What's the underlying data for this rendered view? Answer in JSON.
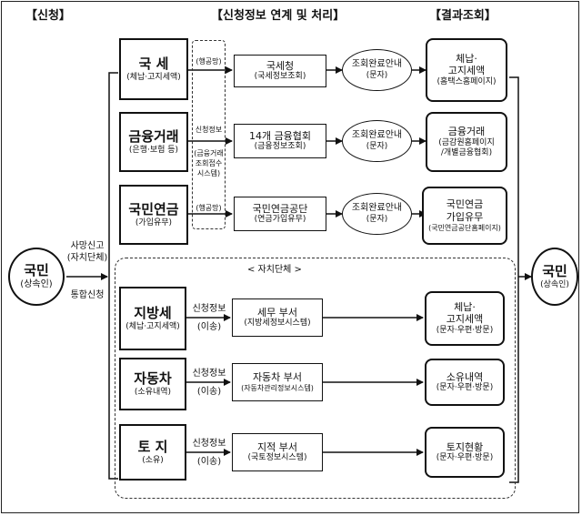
{
  "headers": {
    "apply": "【신청】",
    "link": "【신청정보 연계 및 처리】",
    "result": "【결과조회】"
  },
  "citizen_left": {
    "title": "국민",
    "sub": "(상속인)"
  },
  "citizen_right": {
    "title": "국민",
    "sub": "(상속인)"
  },
  "apply_labels": {
    "top1": "사망신고",
    "top2": "(자치단체)",
    "bottom": "통합신청"
  },
  "categories": [
    {
      "title": "국 세",
      "sub": "(체납·고지세액)"
    },
    {
      "title": "금융거래",
      "sub": "(은행·보험 등)"
    },
    {
      "title": "국민연금",
      "sub": "(가입유무)"
    },
    {
      "title": "지방세",
      "sub": "(체납·고지세액)"
    },
    {
      "title": "자동차",
      "sub": "(소유내역)"
    },
    {
      "title": "토 지",
      "sub": "(소유)"
    }
  ],
  "network_labels": {
    "hanggong1": "(행공망)",
    "apply_info": "신청정보",
    "fin_sys1": "(금융거래",
    "fin_sys2": "조회접수",
    "fin_sys3": "시스템)",
    "hanggong2": "(행공망)"
  },
  "local_gov_label": "< 자치단체 >",
  "local_transfer": [
    {
      "top": "신청정보",
      "bottom": "(이송)"
    },
    {
      "top": "신청정보",
      "bottom": "(이송)"
    },
    {
      "top": "신청정보",
      "bottom": "(이송)"
    }
  ],
  "agencies": [
    {
      "title": "국세청",
      "sub": "(국세정보조회)"
    },
    {
      "title": "14개 금융협회",
      "sub": "(금융정보조회)"
    },
    {
      "title": "국민연금공단",
      "sub": "(연금가입유무)"
    },
    {
      "title": "세무 부서",
      "sub": "(지방세정보시스템)"
    },
    {
      "title": "자동차 부서",
      "sub": "(자동차관리정보시스템)"
    },
    {
      "title": "지적 부서",
      "sub": "(국토정보시스템)"
    }
  ],
  "notices": [
    {
      "title": "조회완료안내",
      "sub": "(문자)"
    },
    {
      "title": "조회완료안내",
      "sub": "(문자)"
    },
    {
      "title": "조회완료안내",
      "sub": "(문자)"
    }
  ],
  "results": [
    {
      "l1": "체납·",
      "l2": "고지세액",
      "l3": "(홈택스홈페이지)"
    },
    {
      "l1": "금융거래",
      "l2": "(금감원홈페이지",
      "l3": "/개별금융협회)"
    },
    {
      "l1": "국민연금",
      "l2": "가입유무",
      "l3": "(국민연금공단홈페이지)"
    },
    {
      "l1": "체납·",
      "l2": "고지세액",
      "l3": "(문자·우편·방문)"
    },
    {
      "l1": "소유내역",
      "l2": "(문자·우편·방문)",
      "l3": ""
    },
    {
      "l1": "토지현황",
      "l2": "(문자·우편·방문)",
      "l3": ""
    }
  ]
}
